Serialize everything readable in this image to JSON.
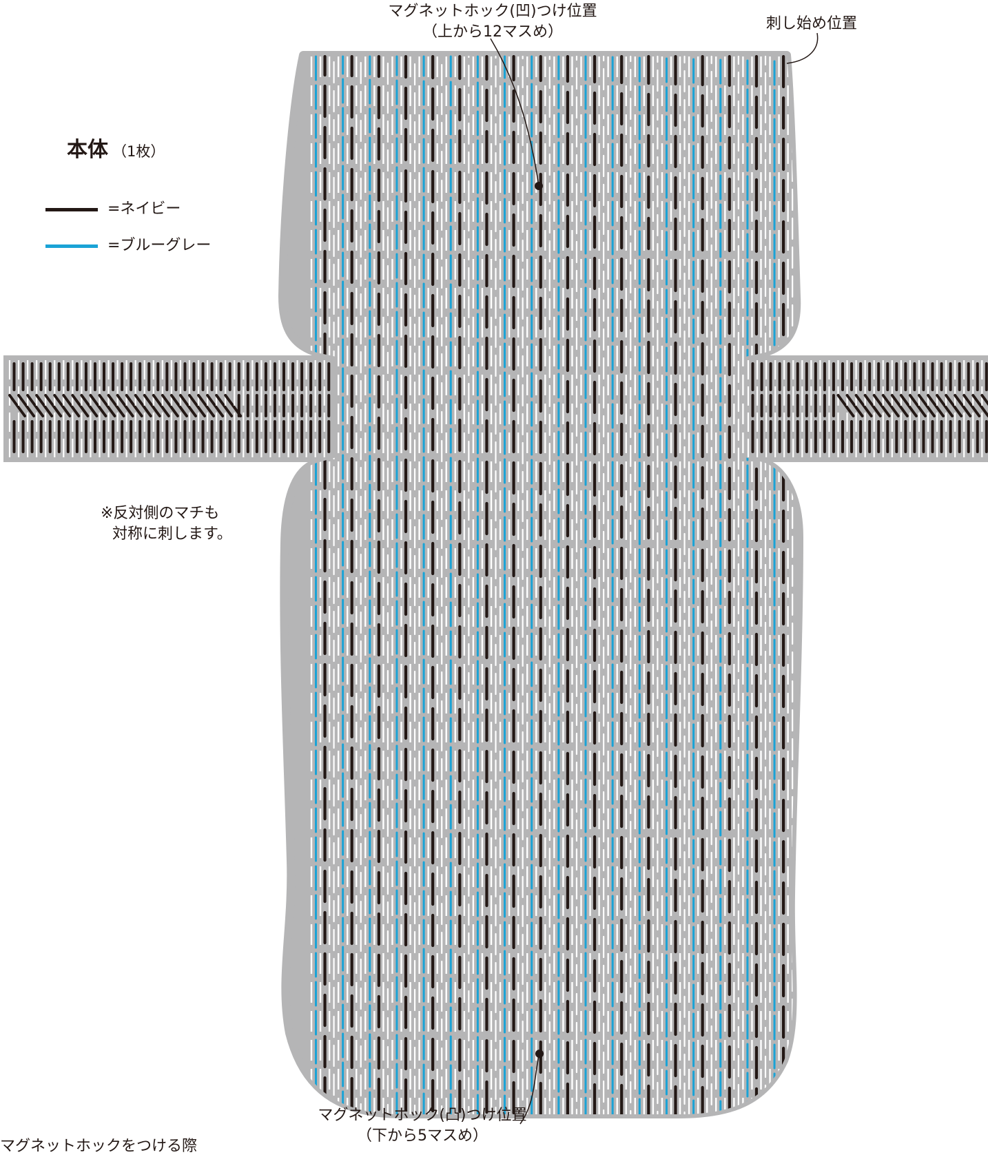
{
  "title": {
    "main": "本体",
    "sub": "（1枚）"
  },
  "legend": [
    {
      "label": "=ネイビー",
      "color": "#231815"
    },
    {
      "label": "=ブルーグレー",
      "color": "#1aa3d6"
    }
  ],
  "colors": {
    "navy": "#231815",
    "bluegray": "#1aa3d6",
    "outline": "#b5b5b6",
    "dashes": "#ffffff"
  },
  "annotations": {
    "top_magnet": {
      "line1": "マグネットホック(凹)つけ位置",
      "line2": "（上から12マスめ）"
    },
    "start_position": "刺し始め位置",
    "note": {
      "line1": "※反対側のマチも",
      "line2": "対称に刺します。"
    },
    "bottom_magnet": {
      "line1": "マグネットホック(凸)つけ位置",
      "line2": "（下から5マスめ）"
    },
    "cut_text": "マグネットホックをつける際"
  }
}
